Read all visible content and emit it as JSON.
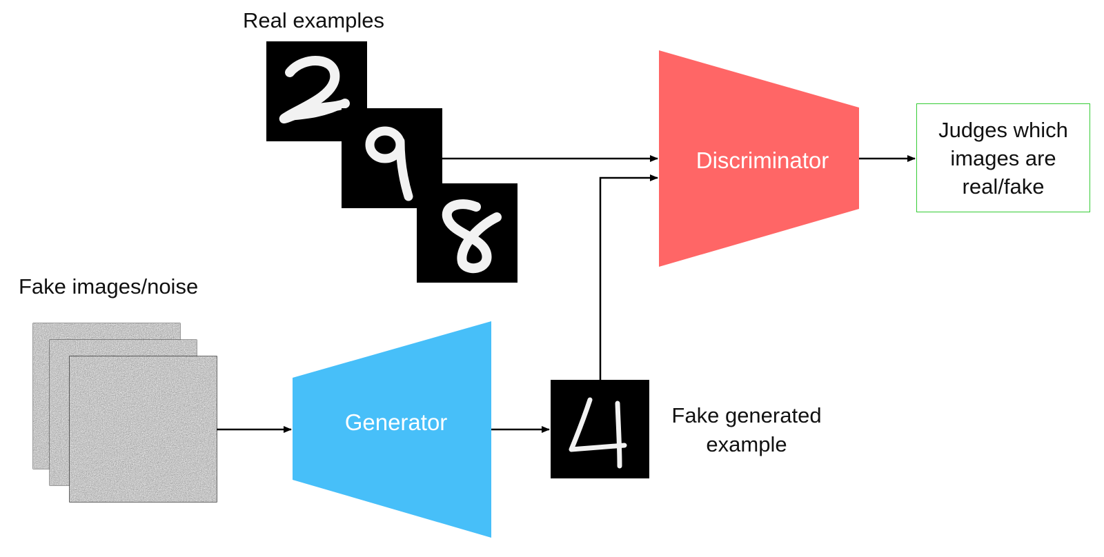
{
  "labels": {
    "real_examples": "Real examples",
    "fake_noise": "Fake images/noise",
    "fake_generated_line1": "Fake generated",
    "fake_generated_line2": "example",
    "judge_line1": "Judges which",
    "judge_line2": "images are",
    "judge_line3": "real/fake"
  },
  "blocks": {
    "discriminator": {
      "label": "Discriminator",
      "color": "#ff6666"
    },
    "generator": {
      "label": "Generator",
      "color": "#47bff9"
    }
  },
  "real_digits": [
    "2",
    "9",
    "8"
  ],
  "fake_digit": "4",
  "colors": {
    "judge_border": "#33cc33",
    "digit_tile": "#000000",
    "noise_base": "#7a7a7a",
    "arrow": "#000000"
  }
}
